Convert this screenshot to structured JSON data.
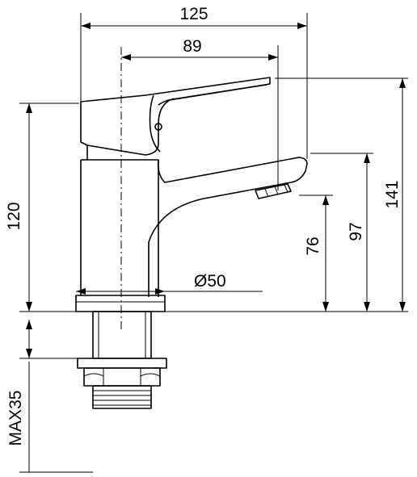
{
  "drawing": {
    "dimensions": {
      "overall_width": "125",
      "spout_reach": "89",
      "base_diameter": "Ø50",
      "body_height": "120",
      "outlet_height": "76",
      "spout_top_height": "97",
      "lever_height": "141",
      "max_deck_thickness": "MAX35"
    }
  }
}
